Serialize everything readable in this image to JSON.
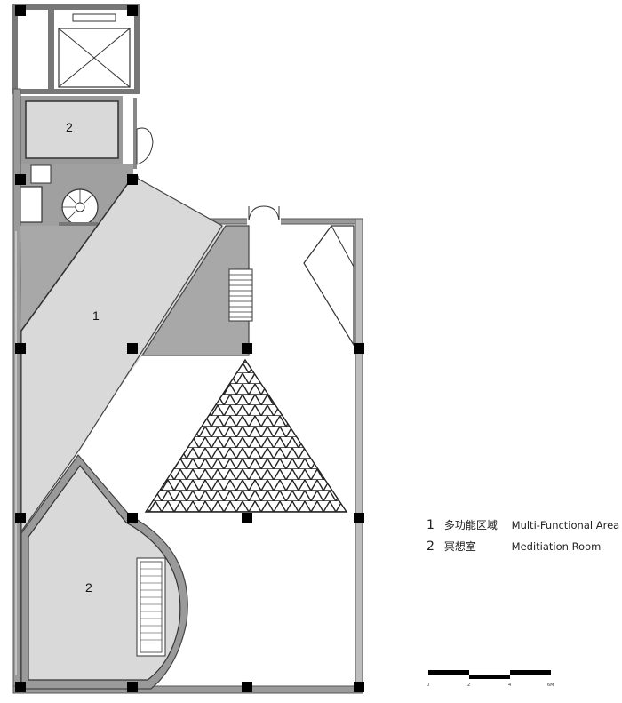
{
  "rooms": {
    "room_1_label": "1",
    "room_2_upper_label": "2",
    "room_2_lower_label": "2"
  },
  "legend": [
    {
      "number": "1",
      "chinese": "多功能区域",
      "english": "Multi-Functional Area"
    },
    {
      "number": "2",
      "chinese": "冥想室",
      "english": "Meditiation Room"
    }
  ],
  "scale_bar": {
    "ticks": [
      "0",
      "2",
      "4",
      "6M"
    ]
  },
  "colors": {
    "wall": "#8a8a8a",
    "column": "#000000",
    "room_fill_light": "#d9d9d9",
    "room_fill_dark": "#a8a8a8"
  }
}
